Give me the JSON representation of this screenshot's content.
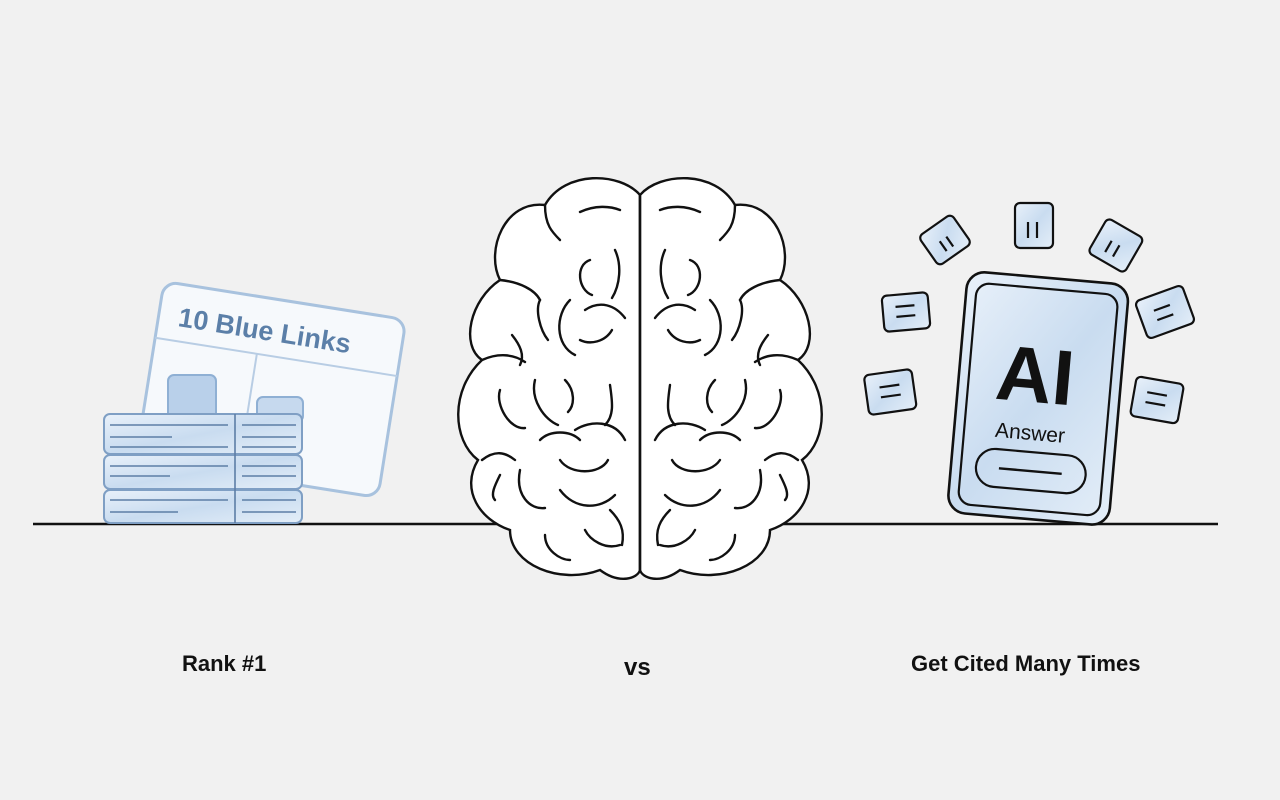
{
  "illustration": {
    "left_panel": {
      "card_title": "10 Blue Links",
      "caption": "Rank #1",
      "icon": "search-results-stack-icon"
    },
    "center_panel": {
      "caption": "vs",
      "icon": "brain-icon"
    },
    "right_panel": {
      "card_big_text": "AI",
      "card_sub_text": "Answer",
      "caption": "Get Cited Many Times",
      "icon": "ai-answer-card-icon",
      "citation_tiles": 7
    }
  },
  "colors": {
    "background": "#f1f1f1",
    "ink": "#111111",
    "blue_fill": "#d6e4f3",
    "blue_stroke": "#8fb0d4",
    "blue_text": "#5b7fa8"
  }
}
